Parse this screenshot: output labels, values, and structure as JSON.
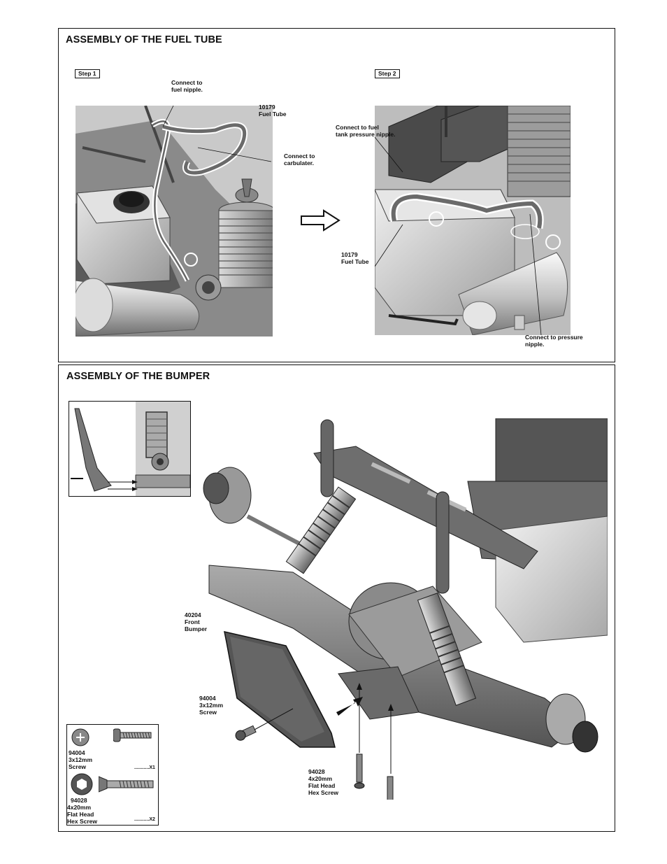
{
  "fuel_tube_section": {
    "title": "ASSEMBLY OF THE FUEL TUBE",
    "step1": {
      "tag": "Step 1",
      "callouts": {
        "fuel_nipple": "Connect to\nfuel nipple.",
        "fuel_tube_part": "10179\nFuel Tube",
        "carbulater": "Connect to\ncarbulater."
      }
    },
    "step2": {
      "tag": "Step 2",
      "callouts": {
        "tank_pressure": "Connect to fuel\ntank pressure nipple.",
        "fuel_tube_part": "10179\nFuel Tube",
        "pressure_nipple": "Connect to pressure\nnipple."
      }
    }
  },
  "bumper_section": {
    "title": "ASSEMBLY OF THE BUMPER",
    "callouts": {
      "front_bumper": "40204\nFront\nBumper",
      "screw_94004": "94004\n3x12mm\nScrew",
      "screw_94028": "94028\n4x20mm\nFlat  Head\nHex Screw"
    },
    "parts_list": [
      {
        "code": "94004",
        "size": "3x12mm",
        "name": "Screw",
        "qty": "...........X1",
        "head_icon": "phillips-head-icon"
      },
      {
        "code": "94028",
        "size": "4x20mm",
        "name": "Flat  Head\nHex Screw",
        "qty": "...........X2",
        "head_icon": "hex-socket-head-icon"
      }
    ]
  }
}
